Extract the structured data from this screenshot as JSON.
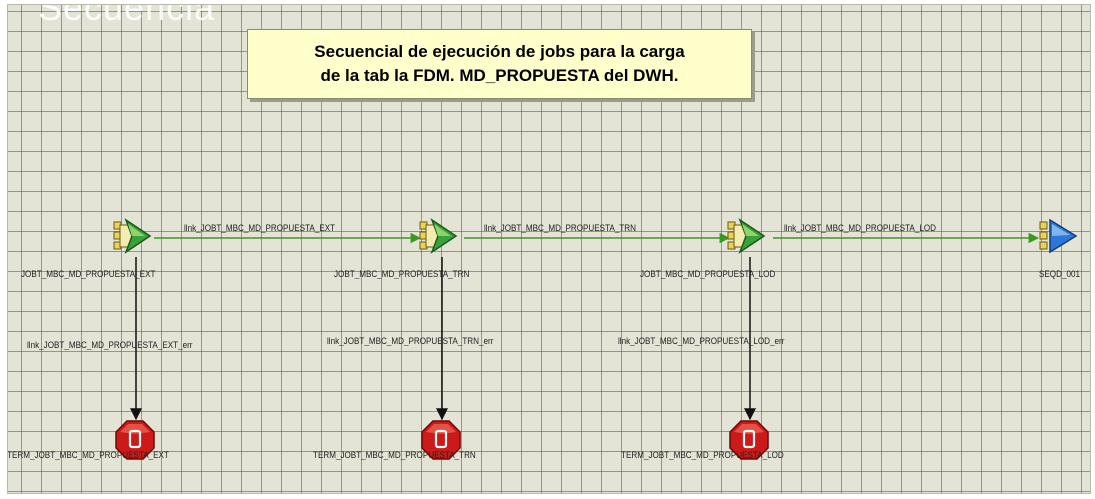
{
  "background_title": "Secuencia",
  "annotation": {
    "line1": "Secuencial de ejecución de jobs para la carga",
    "line2": "de la tab la FDM. MD_PROPUESTA del DWH."
  },
  "jobs": [
    {
      "label": "JOBT_MBC_MD_PROPUESTA_EXT"
    },
    {
      "label": "JOBT_MBC_MD_PROPUESTA_TRN"
    },
    {
      "label": "JOBT_MBC_MD_PROPUESTA_LOD"
    }
  ],
  "sequencer": {
    "label": "SEQD_001"
  },
  "terminators": [
    {
      "label": "TERM_JOBT_MBC_MD_PROPUESTA_EXT"
    },
    {
      "label": "TERM_JOBT_MBC_MD_PROPUESTA_TRN"
    },
    {
      "label": "TERM_JOBT_MBC_MD_PROPUESTA_LOD"
    }
  ],
  "ok_links": [
    {
      "label": "llnk_JOBT_MBC_MD_PROPUESTA_EXT"
    },
    {
      "label": "llnk_JOBT_MBC_MD_PROPUESTA_TRN"
    },
    {
      "label": "llnk_JOBT_MBC_MD_PROPUESTA_LOD"
    }
  ],
  "error_links": [
    {
      "label": "llnk_JOBT_MBC_MD_PROPUESTA_EXT_err"
    },
    {
      "label": "llnk_JOBT_MBC_MD_PROPUESTA_TRN_err"
    },
    {
      "label": "llnk_JOBT_MBC_MD_PROPUESTA_LOD_err"
    }
  ],
  "colors": {
    "canvas": "#e3e3d6",
    "note": "#ffffcc",
    "ok_link": "#3a9a20",
    "error_link": "#111111",
    "job_arrow": "#3aa23a",
    "sequencer_arrow": "#2b78d8",
    "terminator": "#cc1a1a"
  },
  "icons": {
    "job": "job-activity-icon",
    "sequencer": "sequencer-icon",
    "terminator": "terminator-stop-icon"
  }
}
